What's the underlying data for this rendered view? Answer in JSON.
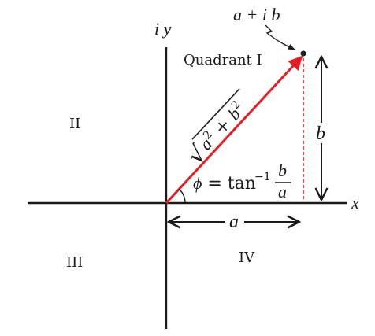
{
  "axes": {
    "x_label": "x",
    "y_label": "i y"
  },
  "point": {
    "label": "a + i b"
  },
  "quadrants": {
    "q1": "Quadrant I",
    "q2": "II",
    "q3": "III",
    "q4": "IV"
  },
  "dimensions": {
    "horizontal": "a",
    "vertical": "b"
  },
  "modulus": {
    "sqrt": "√",
    "a": "a",
    "a_exp": "2",
    "plus": " + ",
    "b": "b",
    "b_exp": "2"
  },
  "angle": {
    "phi": "ϕ",
    "eq_tan": " = tan",
    "exponent": "−1",
    "numerator": "b",
    "denominator": "a"
  },
  "colors": {
    "axis": "#1a1a1a",
    "vector": "#e31e24",
    "dashed": "#e31e24",
    "text": "#1a1a1a"
  }
}
